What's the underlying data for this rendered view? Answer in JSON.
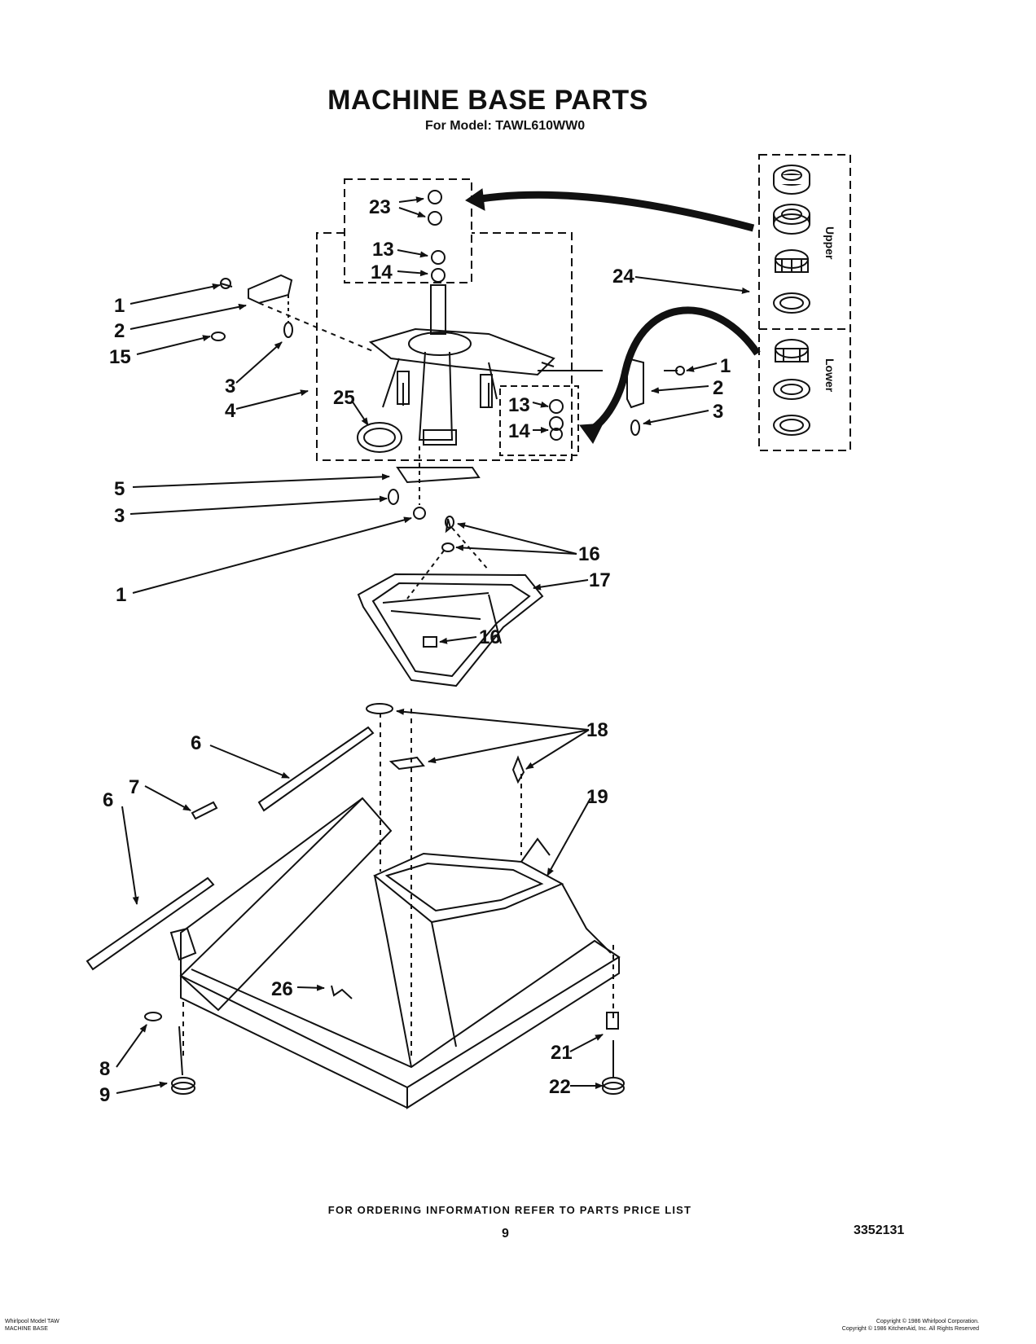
{
  "header": {
    "title": "MACHINE BASE PARTS",
    "subtitle": "For Model: TAWL610WW0"
  },
  "callouts": {
    "c1a": "1",
    "c2a": "2",
    "c15": "15",
    "c3a": "3",
    "c4": "4",
    "c23": "23",
    "c13a": "13",
    "c14a": "14",
    "c24": "24",
    "c25": "25",
    "c13b": "13",
    "c14b": "14",
    "c1b": "1",
    "c2b": "2",
    "c3b": "3",
    "c5": "5",
    "c3c": "3",
    "c1c": "1",
    "c16a": "16",
    "c17": "17",
    "c16b": "16",
    "c18": "18",
    "c6a": "6",
    "c7": "7",
    "c6b": "6",
    "c19": "19",
    "c26": "26",
    "c21": "21",
    "c8": "8",
    "c9": "9",
    "c22": "22"
  },
  "bearing_labels": {
    "upper": "Upper",
    "lower": "Lower"
  },
  "footer": {
    "ordering_note": "FOR ORDERING INFORMATION REFER TO PARTS PRICE LIST",
    "page_number": "9",
    "doc_number": "3352131",
    "left_line1": "Whirlpool Model TAW",
    "left_line2": "MACHINE BASE",
    "right_line1": "Copyright © 1986 Whirlpool Corporation.",
    "right_line2": "Copyright © 1986 KitchenAid, Inc. All Rights Reserved"
  }
}
